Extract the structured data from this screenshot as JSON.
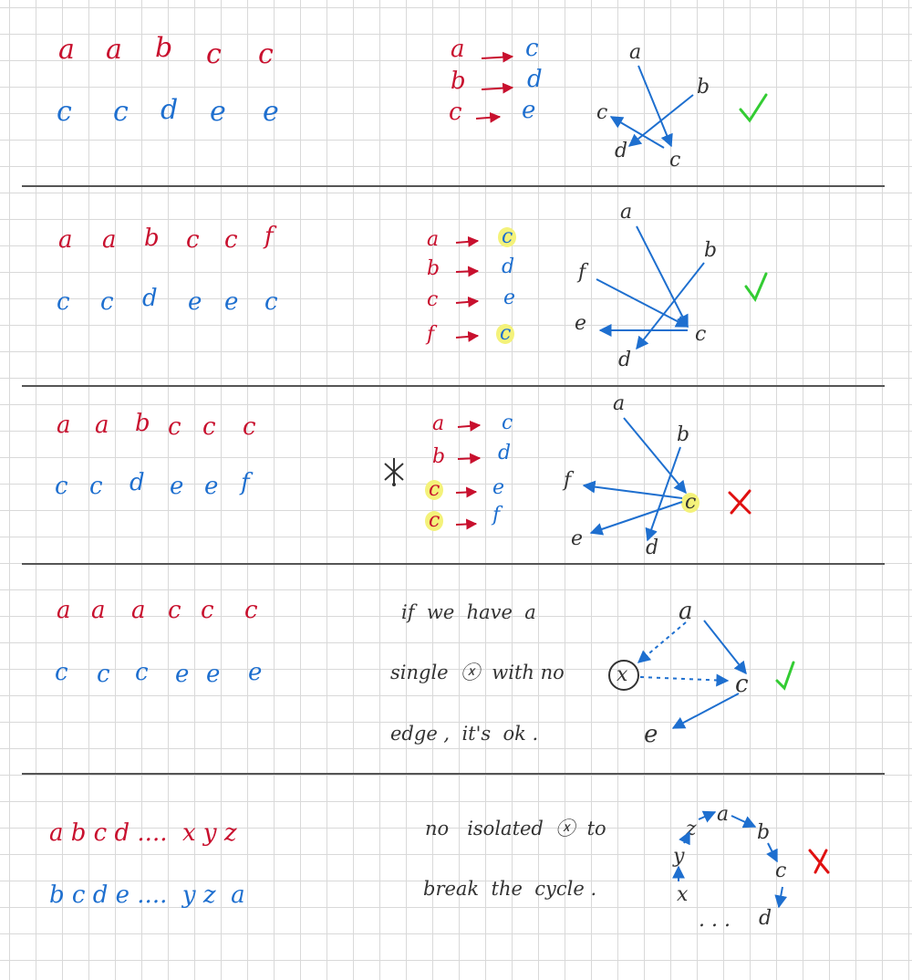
{
  "colors": {
    "top_row": "#c8102e",
    "bottom_row": "#1e6fcf",
    "edge": "#1e6fcf",
    "check": "#33cc33",
    "cross": "#e01010",
    "highlight": "#f4f27a",
    "grid": "#d9d9d9"
  },
  "sections": [
    {
      "top_row": [
        "a",
        "a",
        "b",
        "c",
        "c"
      ],
      "bottom_row": [
        "c",
        "c",
        "d",
        "e",
        "e"
      ],
      "mappings": [
        {
          "from": "a",
          "to": "c"
        },
        {
          "from": "b",
          "to": "d"
        },
        {
          "from": "c",
          "to": "e"
        }
      ],
      "nodes": [
        "a",
        "b",
        "c",
        "d",
        "c"
      ],
      "verdict": "✓"
    },
    {
      "top_row": [
        "a",
        "a",
        "b",
        "c",
        "c",
        "f"
      ],
      "bottom_row": [
        "c",
        "c",
        "d",
        "e",
        "e",
        "c"
      ],
      "mappings": [
        {
          "from": "a",
          "to": "c"
        },
        {
          "from": "b",
          "to": "d"
        },
        {
          "from": "c",
          "to": "e"
        },
        {
          "from": "f",
          "to": "c"
        }
      ],
      "nodes": [
        "a",
        "b",
        "f",
        "e",
        "c",
        "d"
      ],
      "verdict": "✓"
    },
    {
      "top_row": [
        "a",
        "a",
        "b",
        "c",
        "c",
        "c"
      ],
      "bottom_row": [
        "c",
        "c",
        "d",
        "e",
        "e",
        "f"
      ],
      "mappings": [
        {
          "from": "a",
          "to": "c"
        },
        {
          "from": "b",
          "to": "d"
        },
        {
          "from": "c",
          "to": "e"
        },
        {
          "from": "c",
          "to": "f"
        }
      ],
      "nodes": [
        "a",
        "b",
        "f",
        "c",
        "e",
        "d"
      ],
      "verdict": "✗"
    },
    {
      "top_row": [
        "a",
        "a",
        "a",
        "c",
        "c",
        "c"
      ],
      "bottom_row": [
        "c",
        "c",
        "c",
        "e",
        "e",
        "e"
      ],
      "note_lines": [
        "if  we  have  a",
        "single  ⓧ  with no",
        "edge ,  it's  ok ."
      ],
      "nodes": [
        "a",
        "x",
        "c",
        "e"
      ],
      "verdict": "✓"
    },
    {
      "top_row_text": "a b c d ....  x y z",
      "bottom_row_text": "b c d e ....  y z  a",
      "note_lines": [
        "no   isolated  ⓧ  to",
        "break  the  cycle ."
      ],
      "nodes": [
        "z",
        "a",
        "b",
        "c",
        "d",
        "y",
        "x"
      ],
      "dots": ". . .",
      "verdict": "✗"
    }
  ]
}
